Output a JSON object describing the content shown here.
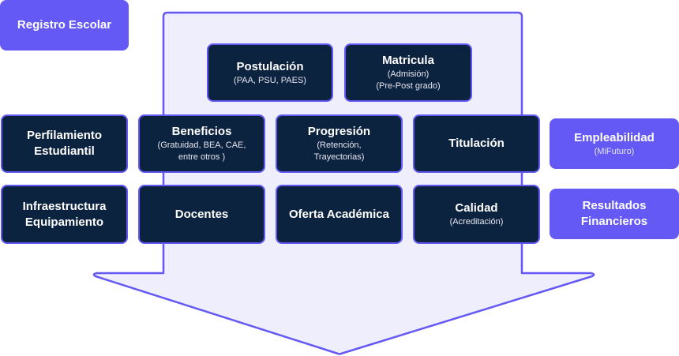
{
  "colors": {
    "accent": "#6459F5",
    "dark_box": "#0C2340",
    "arrow_fill": "#EFEEFD"
  },
  "side_left": {
    "title": "Registro Escolar"
  },
  "top_row": [
    {
      "title": "Postulación",
      "subtitle": "(PAA, PSU, PAES)"
    },
    {
      "title": "Matricula",
      "subtitle": "(Admisión)\n(Pre-Post grado)",
      "sub1": "(Admisión)",
      "sub2": "(Pre-Post grado)"
    }
  ],
  "row2": [
    {
      "title1": "Perfilamiento",
      "title2": "Estudiantil"
    },
    {
      "title": "Beneficios",
      "sub1": "(Gratuidad, BEA, CAE,",
      "sub2": "entre otros )"
    },
    {
      "title": "Progresión",
      "sub1": "(Retención,",
      "sub2": "Trayectorias)"
    },
    {
      "title": "Titulación"
    }
  ],
  "row3": [
    {
      "title1": "Infraestructura",
      "title2": "Equipamiento"
    },
    {
      "title": "Docentes"
    },
    {
      "title": "Oferta Académica"
    },
    {
      "title": "Calidad",
      "subtitle": "(Acreditación)"
    }
  ],
  "side_right": [
    {
      "title": "Empleabilidad",
      "subtitle": "(MiFuturo)"
    },
    {
      "title1": "Resultados",
      "title2": "Financieros"
    }
  ]
}
